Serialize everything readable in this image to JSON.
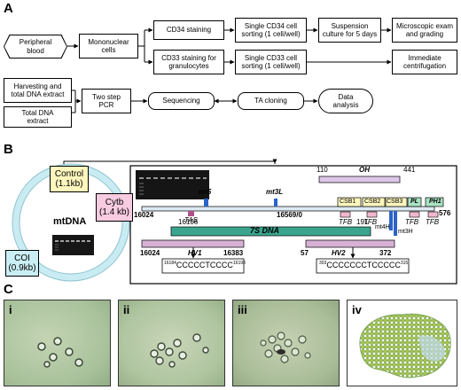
{
  "panel_labels": {
    "a": "A",
    "b": "B",
    "c": "C"
  },
  "flow": {
    "peripheral_blood": "Peripheral\nblood",
    "mononuclear": "Mononuclear\ncells",
    "cd34_staining": "CD34 staining",
    "cd33_staining": "CD33 staining for\ngranulocytes",
    "cd34_sort": "Single CD34 cell\nsorting (1 cell/well)",
    "cd33_sort": "Single CD33 cell\nsorting (1 cell/well)",
    "suspension": "Suspension\nculture for 5 days",
    "microscopic": "Microscopic exam\nand grading",
    "centrifugation": "Immediate\ncentrifugation",
    "harvesting": "Harvesting and\ntotal DNA extract",
    "total_dna": "Total DNA\nextract",
    "two_step_pcr": "Two step\nPCR",
    "sequencing": "Sequencing",
    "ta_cloning": "TA cloning",
    "data_analysis": "Data\nanalysis"
  },
  "mtdna": {
    "title": "mtDNA",
    "control": "Control\n(1.1kb)",
    "cytb": "Cytb\n(1.4 kb)",
    "coi": "COI\n(0.9kb)"
  },
  "map": {
    "oh": "OH",
    "oh_start": "110",
    "oh_end": "441",
    "mt5": "mt5",
    "mt3l": "mt3L",
    "csb1": "CSB1",
    "csb2": "CSB2",
    "csb3": "CSB3",
    "pl": "PL",
    "ph1": "PH1",
    "pos_16024": "16024",
    "pos_16569": "16569/0",
    "pos_576": "576",
    "tas": "TAS",
    "tfb1": "TFB",
    "tfb2": "TFB",
    "tfb3": "TFB",
    "tfb4": "TFB",
    "mt4h": "mt4H",
    "mt3h": "mt3H",
    "pos_16106": "16106",
    "pos_191": "191",
    "seven_s": "7S DNA",
    "hv1_start": "16024",
    "hv1": "HV1",
    "hv1_end": "16383",
    "hv2_start": "57",
    "hv2": "HV2",
    "hv2_end": "372",
    "seq1_pre": "16184",
    "seq1_core": "CCCCCTCCCC",
    "seq1_post": "16193",
    "seq2_pre": "303",
    "seq2_core": "CCCCCCCTCCCCC",
    "seq2_post": "315"
  },
  "photos": {
    "i": "i",
    "ii": "ii",
    "iii": "iii",
    "iv": "iv"
  },
  "colors": {
    "oh_bar": "#dcc6e6",
    "seven_s_bar": "#3aa58e",
    "hv_bar": "#d7b0d6",
    "yellow_box": "#fdf6bd",
    "pink_box": "#f7cbe0",
    "blue_box": "#c9eef3",
    "green_box": "#a8e2c3",
    "marker_blue": "#2b63c9",
    "marker_purple": "#b0518a",
    "ring": "#c9ebf2"
  }
}
